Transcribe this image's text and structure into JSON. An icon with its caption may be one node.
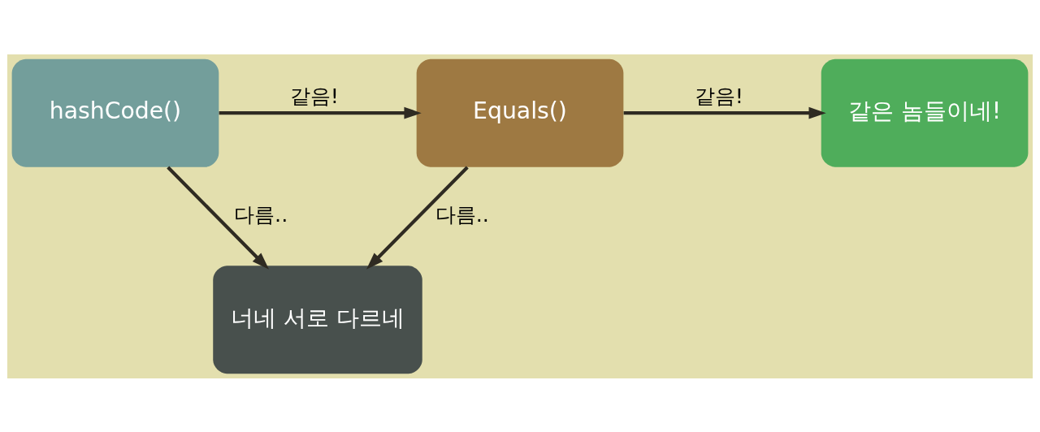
{
  "diagram": {
    "nodes": [
      {
        "text": [
          "hashCode()"
        ]
      },
      {
        "text": [
          "Equals()"
        ]
      },
      {
        "text": [
          "같은 놈들이네!"
        ]
      },
      {
        "text": [
          "너네 서로 다르네"
        ]
      }
    ],
    "edges": [
      {
        "from": 0,
        "to": 1,
        "arrow": "to",
        "label": "같음!"
      },
      {
        "from": 1,
        "to": 2,
        "arrow": "to",
        "label": "같음!"
      },
      {
        "from": 1,
        "to": 3,
        "arrow": "to",
        "label": "다름.."
      },
      {
        "from": 0,
        "to": 3,
        "arrow": "to",
        "label": "다름.."
      }
    ]
  }
}
